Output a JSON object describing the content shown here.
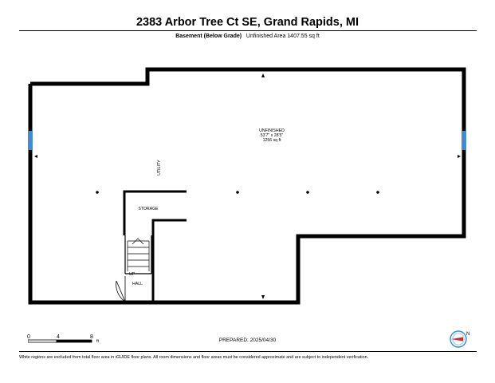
{
  "header": {
    "address": "2383 Arbor Tree Ct SE, Grand Rapids, MI",
    "floor_name": "Basement (Below Grade)",
    "area_summary": "Unfinished Area 1407.55 sq ft"
  },
  "rooms": {
    "unfinished": {
      "name": "UNFINISHED",
      "dimensions": "53'7\" x 28'5\"",
      "area": "1256 sq ft"
    },
    "utility": {
      "name": "UTILITY"
    },
    "storage": {
      "name": "STORAGE"
    },
    "stairs": {
      "label": "UP"
    },
    "hall": {
      "name": "HALL"
    }
  },
  "scale": {
    "marks": [
      "0",
      "4",
      "8"
    ],
    "unit": "ft"
  },
  "prepared": "PREPARED: 2025/04/30",
  "compass": {
    "north_label": "N"
  },
  "footnote": "White regions are excluded from total floor area in iGUIDE floor plans. All room dimensions and floor areas must be considered approximate and are subject to independent verification.",
  "colors": {
    "wall": "#000000",
    "window": "#3a8fd8",
    "compass_ring": "#3b8fd6",
    "compass_arrow": "#e02424"
  }
}
